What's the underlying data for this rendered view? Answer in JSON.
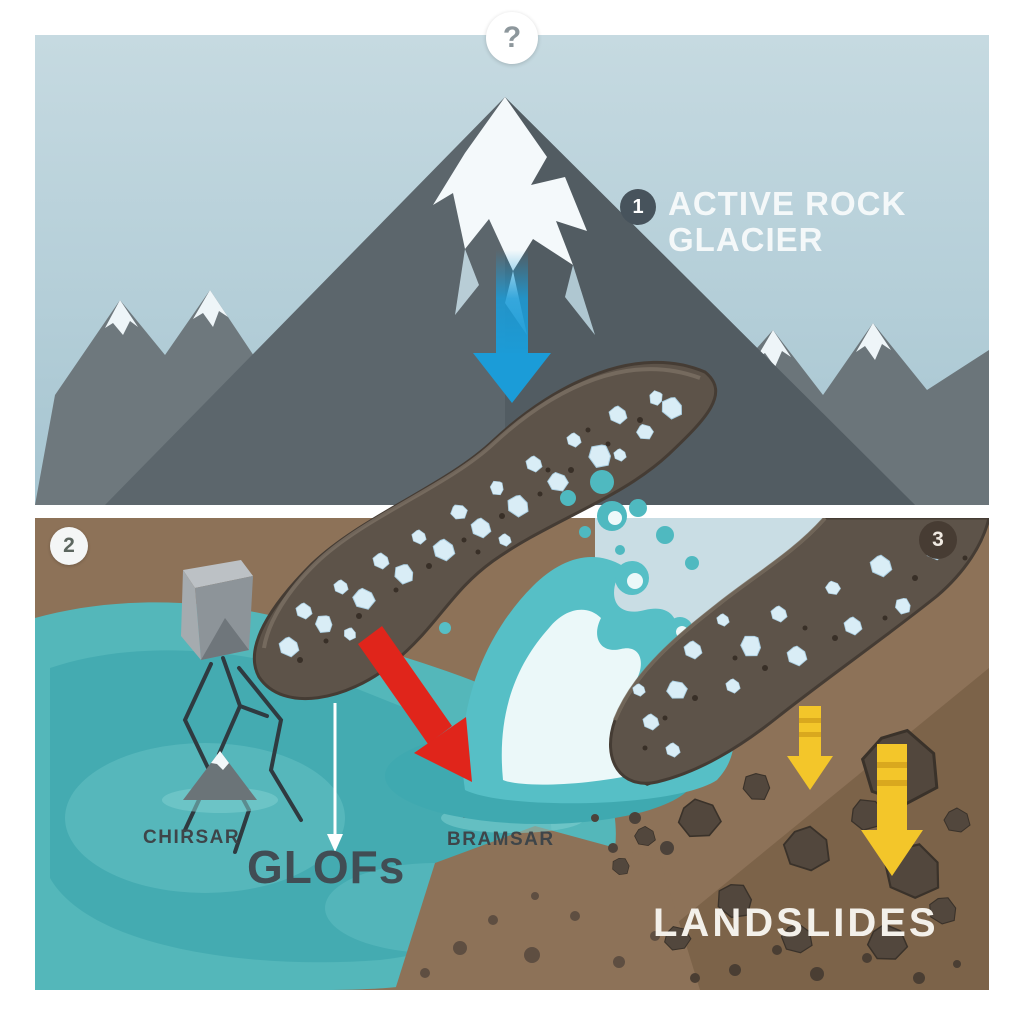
{
  "badges": {
    "question": "?",
    "step1": "1",
    "step2": "2",
    "step3": "3"
  },
  "labels": {
    "active_rock_glacier_line1": "ACTIVE ROCK",
    "active_rock_glacier_line2": "GLACIER",
    "lake_left_name": "CHIRSAR",
    "lake_right_name": "BRAMSAR",
    "glofs_title": "GLOFs",
    "landslides_title": "LANDSLIDES"
  },
  "colors": {
    "sky_top": "#c6dae1",
    "sky_bottom": "#a6c5d1",
    "mountain_gray": "#5c666c",
    "snow_white": "#f4f9fb",
    "lake_teal": "#54b7ba",
    "splash_teal": "#56bfc6",
    "ground_brown": "#8d7258",
    "glacier_brown": "#5d5349",
    "ice_blue": "#d9edf6",
    "arrow_blue": "#1b9cd8",
    "arrow_red": "#e0251b",
    "arrow_yellow": "#f3c62a"
  }
}
